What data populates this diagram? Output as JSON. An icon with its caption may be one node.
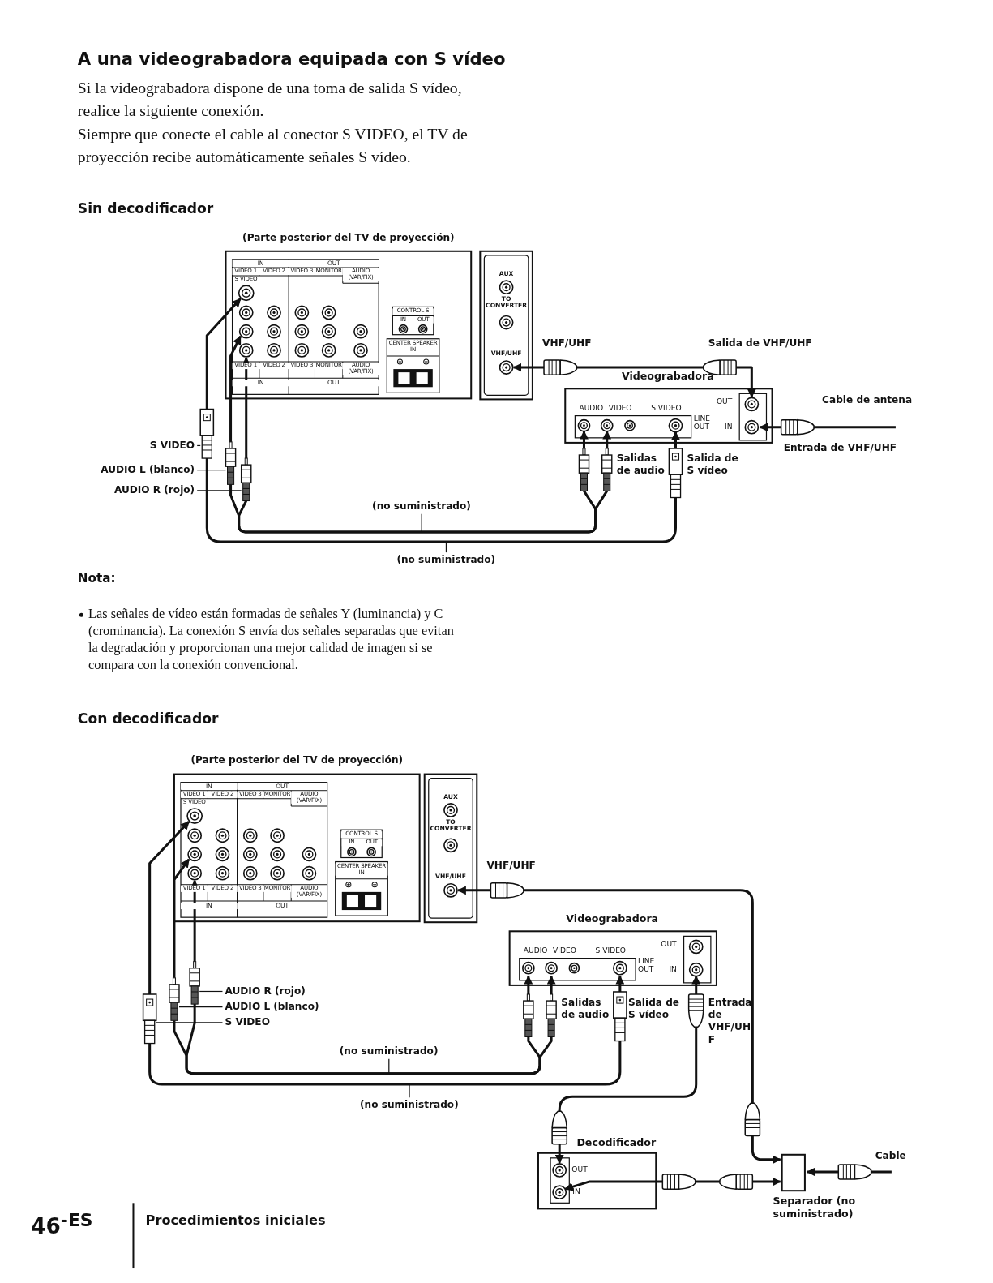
{
  "diagram": {
    "title": "A una videograbadora equipada con S vídeo",
    "nodes": [
      {
        "text": [
          "(Parte posterior del TV de proyección)",
          "IN",
          "OUT",
          "VIDEO 1",
          "VIDEO 2",
          "VIDEO 3",
          "MONITOR",
          "AUDIO (VAR/FIX)",
          "S VIDEO",
          "VIDEO 1",
          "VIDEO 2",
          "VIDEO 3",
          "MONITOR",
          "AUDIO (VAR/FIX)",
          "IN",
          "OUT",
          "CONTROL S",
          "IN",
          "OUT",
          "CENTER SPEAKER IN"
        ]
      },
      {
        "text": [
          "AUX",
          "TO CONVERTER",
          "VHF/UHF"
        ]
      },
      {
        "text": [
          "Videograbadora",
          "AUDIO",
          "VIDEO",
          "S VIDEO",
          "LINE OUT",
          "OUT",
          "IN"
        ]
      },
      {
        "text": [
          "S VIDEO"
        ]
      },
      {
        "text": [
          "AUDIO L (blanco)"
        ]
      },
      {
        "text": [
          "AUDIO R (rojo)"
        ]
      },
      {
        "text": [
          "(no suministrado)"
        ]
      },
      {
        "text": [
          "(no suministrado)"
        ]
      },
      {
        "text": [
          "(Parte posterior del TV de proyección)",
          "IN",
          "OUT",
          "VIDEO 1",
          "VIDEO 2",
          "VIDEO 3",
          "MONITOR",
          "AUDIO (VAR/FIX)",
          "S VIDEO",
          "VIDEO 1",
          "VIDEO 2",
          "VIDEO 3",
          "MONITOR",
          "AUDIO (VAR/FIX)",
          "IN",
          "OUT",
          "CONTROL S",
          "IN",
          "OUT",
          "CENTER SPEAKER IN"
        ]
      },
      {
        "text": [
          "AUX",
          "TO CONVERTER",
          "VHF/UHF"
        ]
      },
      {
        "text": [
          "Videograbadora",
          "AUDIO",
          "VIDEO",
          "S VIDEO",
          "LINE OUT",
          "OUT",
          "IN"
        ]
      },
      {
        "text": [
          "Decodificador",
          "OUT",
          "IN"
        ]
      },
      {
        "text": [
          "Separador (no suministrado)"
        ]
      },
      {
        "text": [
          "AUDIO R (rojo)"
        ]
      },
      {
        "text": [
          "AUDIO L (blanco)"
        ]
      },
      {
        "text": [
          "S VIDEO"
        ]
      },
      {
        "text": [
          "(no suministrado)"
        ]
      },
      {
        "text": [
          "(no suministrado)"
        ]
      },
      {
        "text": [],
        "shape": "plug"
      },
      {
        "text": [],
        "shape": "plug"
      },
      {
        "text": [],
        "shape": "plug"
      },
      {
        "text": [],
        "shape": "plug"
      },
      {
        "text": [],
        "shape": "plug"
      },
      {
        "text": [],
        "shape": "plug"
      }
    ],
    "edges": [
      {
        "from": 18,
        "to": 0,
        "arrow": "to"
      },
      {
        "from": 18,
        "to": 2,
        "arrow": "to"
      },
      {
        "from": 19,
        "to": 0,
        "arrow": "to"
      },
      {
        "from": 19,
        "to": 2,
        "arrow": "to"
      },
      {
        "from": 20,
        "to": 0,
        "arrow": "to"
      },
      {
        "from": 20,
        "to": 2,
        "arrow": "to"
      },
      {
        "from": 1,
        "to": 2,
        "arrow": "both"
      },
      {
        "from": null,
        "to": 2,
        "arrow": "to"
      },
      {
        "from": 3,
        "to": 18,
        "arrow": "none"
      },
      {
        "from": 4,
        "to": 19,
        "arrow": "none"
      },
      {
        "from": 5,
        "to": 20,
        "arrow": "none"
      },
      {
        "from": 6,
        "to": null,
        "arrow": "none"
      },
      {
        "from": 7,
        "to": null,
        "arrow": "none"
      },
      {
        "from": 21,
        "to": 8,
        "arrow": "to"
      },
      {
        "from": 21,
        "to": 10,
        "arrow": "to"
      },
      {
        "from": 22,
        "to": 8,
        "arrow": "to"
      },
      {
        "from": 22,
        "to": 10,
        "arrow": "to"
      },
      {
        "from": 23,
        "to": 8,
        "arrow": "to"
      },
      {
        "from": 23,
        "to": 10,
        "arrow": "to"
      },
      {
        "from": 10,
        "to": 11,
        "arrow": "both"
      },
      {
        "from": 11,
        "to": 12,
        "arrow": "both"
      },
      {
        "from": 9,
        "to": 12,
        "arrow": "both"
      },
      {
        "from": null,
        "to": 12,
        "arrow": "to"
      },
      {
        "from": 13,
        "to": 23,
        "arrow": "none"
      },
      {
        "from": 14,
        "to": 22,
        "arrow": "none"
      },
      {
        "from": 15,
        "to": 21,
        "arrow": "none"
      },
      {
        "from": 16,
        "to": null,
        "arrow": "none"
      },
      {
        "from": 17,
        "to": null,
        "arrow": "none"
      }
    ],
    "labels": [
      "Si la videograbadora dispone de una toma de salida S vídeo, realice la siguiente conexión.",
      "Siempre que conecte el cable al conector S VIDEO, el TV de proyección recibe automáticamente señales S vídeo.",
      "Sin decodificador",
      "VHF/UHF",
      "Salida de VHF/UHF",
      "Cable de antena",
      "Entrada de VHF/UHF",
      "Salidas de audio",
      "Salida de S vídeo",
      "Nota:",
      "Las señales de vídeo están formadas de señales Y (luminancia) y C (crominancia). La conexión S envía dos señales separadas que evitan la degradación y proporcionan una mejor calidad de imagen si se compara con la conexión convencional.",
      "Con decodificador",
      "VHF/UHF",
      "Salidas de audio",
      "Salida de S vídeo",
      "Entrada de VHF/UHF",
      "Cable",
      "46$^{-ES}$",
      "Procedimientos iniciales"
    ]
  }
}
